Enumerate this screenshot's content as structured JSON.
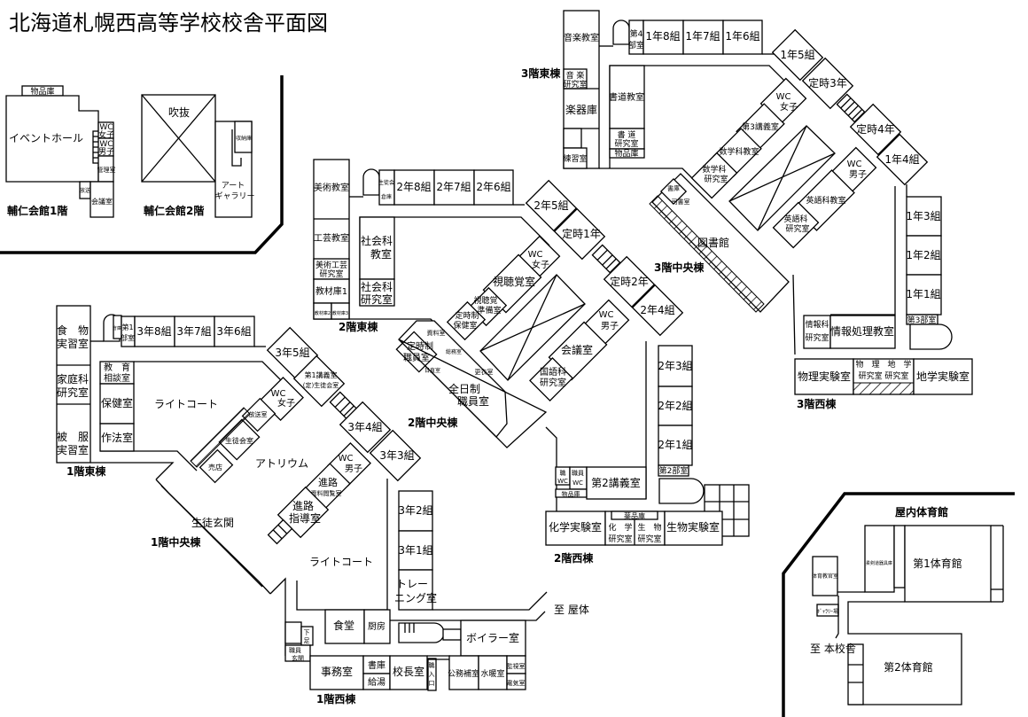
{
  "title": "北海道札幌西高等学校校舎平面図",
  "hojin": {
    "f1_label": "輔仁会館1階",
    "f2_label": "輔仁会館2階",
    "storage": "物品庫",
    "event_hall": "イベントホール",
    "wc_f": [
      "WC",
      "女子"
    ],
    "wc_m": [
      "WC",
      "男子"
    ],
    "kanri": "管理室",
    "hoso": "放送",
    "kaigi": "会議室",
    "fukinuke": "吹抜",
    "shuno": "収納庫",
    "art": [
      "アート",
      "ギャラリー"
    ]
  },
  "f3": {
    "east_label": "3階東棟",
    "center_label": "3階中央棟",
    "west_label": "3階西棟",
    "music": "音楽教室",
    "music_lab": [
      "音 楽",
      "研究室"
    ],
    "instruments": "楽器庫",
    "practice": "練習室",
    "club4": [
      "第4",
      "部室"
    ],
    "c1_8": "1年8組",
    "c1_7": "1年7組",
    "c1_6": "1年6組",
    "c1_5": "1年5組",
    "teiji3": "定時3年",
    "teiji4": "定時4年",
    "c1_4": "1年4組",
    "c1_3": "1年3組",
    "c1_2": "1年2組",
    "c1_1": "1年1組",
    "club3": "第3部室",
    "shodo": "書道教室",
    "shodo_lab": [
      "書 道",
      "研究室"
    ],
    "storage": "物品庫",
    "wc_f": [
      "WC",
      "女子"
    ],
    "lecture3": "第3講義室",
    "math": "数学科教室",
    "math_lab": [
      "数学科",
      "研究室"
    ],
    "shoko": "書庫",
    "shisho": "司書室",
    "library": "図書館",
    "wc_m": [
      "WC",
      "男子"
    ],
    "english": "英語科教室",
    "english_lab": [
      "英語科",
      "研究室"
    ],
    "info_lab": [
      "情報科",
      "研究室"
    ],
    "info": "情報処理教室",
    "physics": "物理実験室",
    "phys_geo_lab": [
      "物　理　地　学",
      "研究室 研究室"
    ],
    "geo": "地学実験室"
  },
  "f2": {
    "east_label": "2階東棟",
    "center_label": "2階中央棟",
    "west_label": "2階西棟",
    "art": "美術教室",
    "craft": "工芸教室",
    "art_lab": [
      "美術工芸",
      "研究室"
    ],
    "materials1": "教材庫1",
    "materials2": "教材庫2",
    "materials3": "教材庫3",
    "student_council": [
      "生徒会",
      "倉庫"
    ],
    "c2_8": "2年8組",
    "c2_7": "2年7組",
    "c2_6": "2年6組",
    "c2_5": "2年5組",
    "teiji1": "定時1年",
    "teiji2": "定時2年",
    "c2_4": "2年4組",
    "social": [
      "社会科",
      "教室"
    ],
    "social_lab": [
      "社会科",
      "研究室"
    ],
    "wc_f": [
      "WC",
      "女子"
    ],
    "av": "視聴覚室",
    "av_prep": [
      "視聴覚",
      "準備室"
    ],
    "teiji_health": [
      "定時制",
      "保健室"
    ],
    "archive": "資料室",
    "teiji_staff": [
      "定時制",
      "職員室"
    ],
    "somu": "総務室",
    "shukkoku": "日直室",
    "locker": "更衣室",
    "staff": [
      "全日制",
      "職員室"
    ],
    "wc_m": [
      "WC",
      "男子"
    ],
    "meeting": "会議室",
    "japanese_lab": [
      "国語科",
      "研究室"
    ],
    "c2_3": "2年3組",
    "c2_2": "2年2組",
    "c2_1": "2年1組",
    "club2": "第2部室",
    "staff_wc": [
      "職",
      "WC"
    ],
    "staff_wc2": [
      "職員",
      "WC"
    ],
    "storage": "物品庫",
    "lecture2": "第2講義室",
    "chem": "化学実験室",
    "chemicals": "薬品庫",
    "chem_lab": [
      "化　学",
      "研究室"
    ],
    "bio_lab": [
      "生　物",
      "研究室"
    ],
    "bio": "生物実験室"
  },
  "f1": {
    "east_label": "1階東棟",
    "center_label": "1階中央棟",
    "west_label": "1階西棟",
    "food": [
      "食　物",
      "実習室"
    ],
    "home_lab": [
      "家庭科",
      "研究室"
    ],
    "sewing": [
      "被　服",
      "実習室"
    ],
    "warehouse": "倉庫",
    "club1": [
      "第1",
      "部室"
    ],
    "c3_8": "3年8組",
    "c3_7": "3年7組",
    "c3_6": "3年6組",
    "c3_5": "3年5組",
    "counsel": [
      "教　育",
      "相談室"
    ],
    "health": "保健室",
    "etiquette": "作法室",
    "lightcourt1": "ライトコート",
    "lecture1": [
      "第1講義室",
      "(定)生徒会室"
    ],
    "wc_f": [
      "WC",
      "女子"
    ],
    "broadcast": "放送室",
    "council": "生徒会室",
    "shop": "売店",
    "atrium": "アトリウム",
    "c3_4": "3年4組",
    "c3_3": "3年3組",
    "wc_m": [
      "WC",
      "男子"
    ],
    "career_docs": [
      "進路",
      "資料閲覧室"
    ],
    "career": [
      "進路",
      "指導室"
    ],
    "entrance": "生徒玄関",
    "lightcourt2": "ライトコート",
    "c3_2": "3年2組",
    "c3_1": "3年1組",
    "training": [
      "トレー",
      "ニング室"
    ],
    "cafeteria": "食堂",
    "kitchen": "厨房",
    "to_gym": "至 屋体",
    "boiler": "ボイラー室",
    "geta": [
      "下",
      "足"
    ],
    "staff_entrance": [
      "職員",
      "玄関"
    ],
    "office": "事務室",
    "shoko": "書庫",
    "kyuto": "給湯",
    "principal": "校長室",
    "staff_door": [
      "職",
      "入",
      "口"
    ],
    "janitor": "公務補室",
    "water": "水暖室",
    "monitor": "監視室",
    "electric": "電気室"
  },
  "gym": {
    "label": "屋内体育館",
    "teacher": "体育教官室",
    "equipment": "柔剣道器具庫",
    "gallery": "ｷﾞｬﾗﾘｰ場",
    "to_main": "至 本校舎",
    "gym1": "第1体育館",
    "gym2": "第2体育館"
  }
}
